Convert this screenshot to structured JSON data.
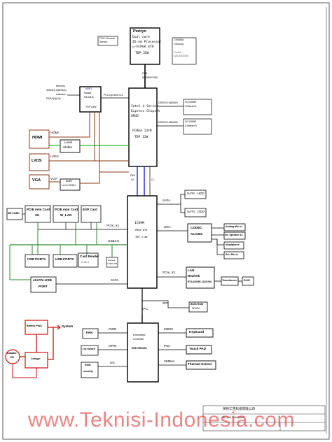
{
  "cpu": {
    "name": "Penryn",
    "l1": "Dual core",
    "l2": "45-nm Processor",
    "l3": "u-FCPGA 479",
    "l4": "TDP 35W"
  },
  "thermal": {
    "l1": "CPU Thermal",
    "l2": "Sensor"
  },
  "clock": {
    "l1": "CK505M",
    "l2": "Clocking",
    "l3": "Cortex",
    "l4": "(Q31002020)"
  },
  "fsb": {
    "l1": "FSB",
    "l2": "667/800/1066"
  },
  "gpu": {
    "l1": "NVID",
    "l2": "Nvidia",
    "l3": "N10/N11",
    "l4": "TDP 25W"
  },
  "vram": {
    "l1": "Memory",
    "l2": "32Mx16 QDDR(3)",
    "l3": "interface",
    "l4": "FBGA(4)(16)"
  },
  "nb": {
    "l1": "Intel 4 Series",
    "l2": "Express Chipset",
    "l3": "GM45",
    "l4": "PCBGA 1329",
    "l5": "TDP 12W"
  },
  "pcie16": "PCI-Express X16",
  "ddr_a": "DDR2II 1066/800",
  "ddr_b": "DDR2II 1066/800",
  "so_a": {
    "l1": "SO-DIMM",
    "l2": "Channel A"
  },
  "so_b": {
    "l1": "SO-DIMM",
    "l2": "Channel B"
  },
  "hdmi": {
    "label": "HDMI",
    "wire": "HDMI"
  },
  "lvds": {
    "label": "LVDS",
    "wire": "LVDS"
  },
  "vga": {
    "label": "VGA",
    "wire": "VGA"
  },
  "level_shifter": {
    "l1": "Level",
    "l2": "Shifter"
  },
  "buffer_shifter": {
    "l1": "Buffer",
    "l2": "Level Shifter"
  },
  "dmi": {
    "l1": "DMI",
    "l2": "x4",
    "cl": "CL"
  },
  "sb": {
    "l1": "ICH9M",
    "l2": "PBGA 676",
    "l3": "TDP 4.3W"
  },
  "sata_hdd": "SATA : HDD",
  "sata_odd": "SATA : ODD",
  "sata_bus": "SATA",
  "smcard": "SM CARD",
  "pcie_3g": {
    "l1": "PCIE mini Card",
    "l2": "3G"
  },
  "pcie_wlan": {
    "l1": "PCIE mini Card",
    "l2": "W_LAN"
  },
  "exp_card": "EXP Card",
  "pcie_x1": "PCIe_X1",
  "usb20": "USB2.0",
  "usb1": "USB PORT1",
  "usb2": "USB PORT2",
  "card_reader": {
    "l1": "Card Reader",
    "l2": "In-tlh-1"
  },
  "camera": {
    "l1": "Camera",
    "l2": "1.3M/2.0M"
  },
  "esata": {
    "l1": "eSATA+USB",
    "l2": "PORT"
  },
  "sata_esata": "SATA",
  "hda": "HDA",
  "codec": {
    "l1": "CODEC",
    "l2": "ALC662"
  },
  "analog_mic": "Analog Mic x1",
  "int_speaker": "Int. Speaker x2",
  "headphone": "Headphone",
  "ext_mic": "Ext. Mic In",
  "pcie_x1_lan": "PCIe_X1",
  "lan": {
    "l1": "LAN",
    "l2": "RealTek",
    "l3": "RTL8103EL (10/100)"
  },
  "transformer": "Transformer",
  "rj45": "RJ45",
  "lpc": "LPC",
  "spi": "SPI",
  "bios": {
    "l1": "BIOS ROM",
    "l2": "SPI2M"
  },
  "ec": {
    "l1": "Embedded",
    "l2": "Controller",
    "l3": "ENE KB3926"
  },
  "kbmx": "KBMX",
  "ps2": "PS2",
  "smbus": "SMBus",
  "keyboard": "Keyboard",
  "touchpad": "Touch PAD",
  "thermal_sensor": "Thermal Sensor",
  "fan": "FAN",
  "pwm": "PWM",
  "lid": "Lid Switch",
  "gpio": "GPIO",
  "rom": {
    "l1": "ROM",
    "l2": "security"
  },
  "i2c": "I2C",
  "battery": "Battery Pack",
  "charger": "Charger",
  "system": "System",
  "adaptor": {
    "l1": "Adaptor",
    "l2": "19V"
  },
  "title_block": {
    "company": "英利仁宝科技有限公司",
    "doc": "BLOCK DIAGRAM"
  },
  "watermark": "www.Teknisi-Indonesia.com",
  "colors": {
    "usb": "#2c8a2c",
    "dmi": "#1a1aff",
    "hdmi": "#8a3a1a",
    "lvds": "#8a3a1a",
    "battery": "#d01010",
    "green": "#22bb22"
  }
}
